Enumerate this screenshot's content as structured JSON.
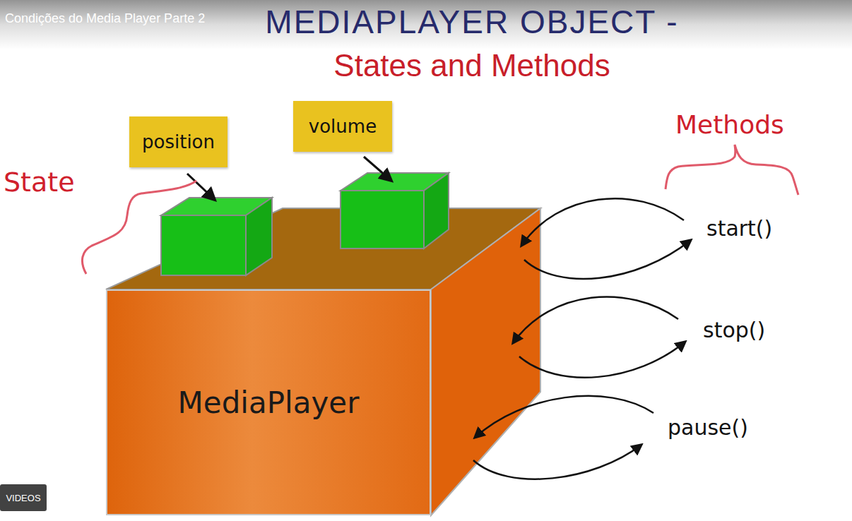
{
  "diagram": {
    "title": "MEDIAPLAYER OBJECT -",
    "nodes": [
      {
        "text": [
          "position"
        ]
      },
      {
        "text": [
          "volume"
        ]
      },
      {
        "text": [
          "MediaPlayer"
        ]
      },
      {
        "text": [
          "VIDEOS"
        ]
      }
    ],
    "labels": [
      "Condições do Media Player Parte 2",
      "States and Methods",
      "State",
      "Methods",
      "start()",
      "stop()",
      "pause()"
    ]
  }
}
